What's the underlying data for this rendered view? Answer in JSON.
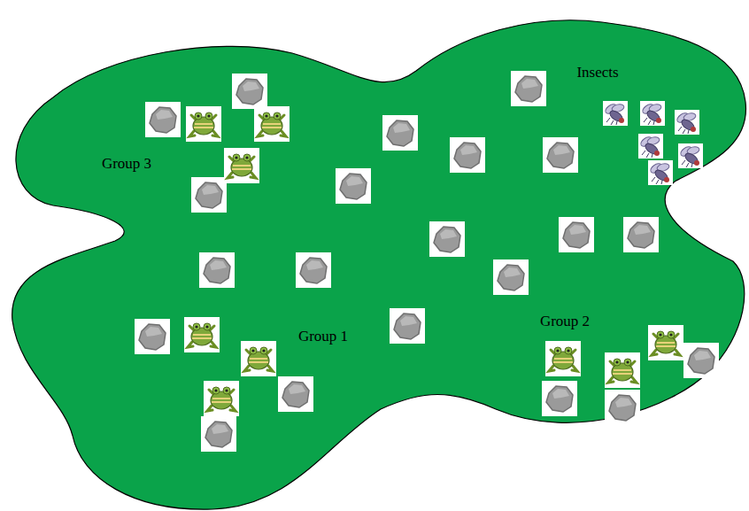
{
  "diagram": {
    "labels": [
      "Insects",
      "Group 3",
      "Group 2",
      "Group 1"
    ]
  }
}
